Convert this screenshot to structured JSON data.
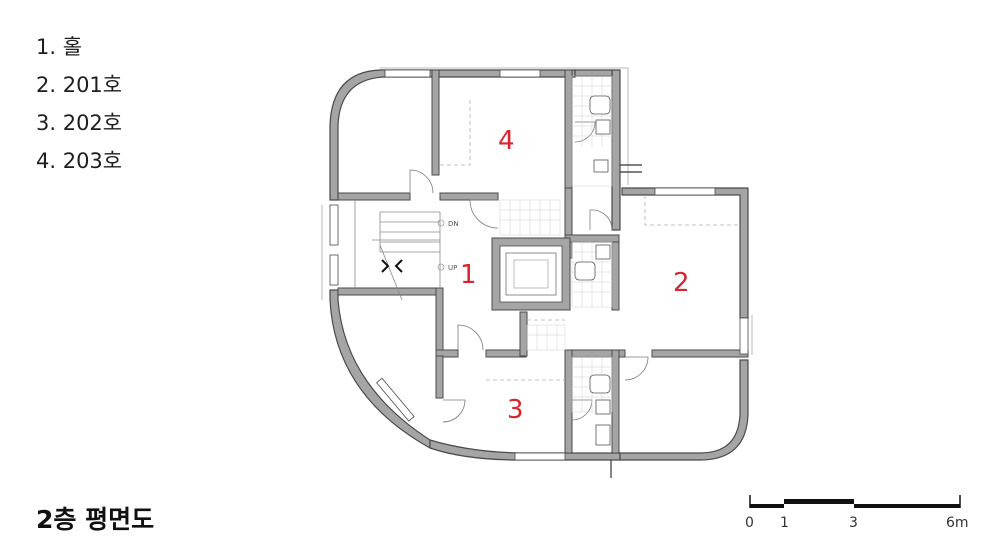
{
  "legend": {
    "items": [
      "1. 홀",
      "2. 201호",
      "3. 202호",
      "4. 203호"
    ]
  },
  "drawing_title": "2층 평면도",
  "room_numbers": [
    "1",
    "2",
    "3",
    "4"
  ],
  "stair_labels": {
    "down": "DN",
    "up": "UP"
  },
  "scale_bar": {
    "ticks": [
      "0",
      "1",
      "3",
      "6m"
    ]
  },
  "colors": {
    "wall_fill": "#a5a5a5",
    "wall_stroke": "#4a4a4a",
    "room_number": "#d7262e",
    "thin_line": "#9a9a9a"
  }
}
